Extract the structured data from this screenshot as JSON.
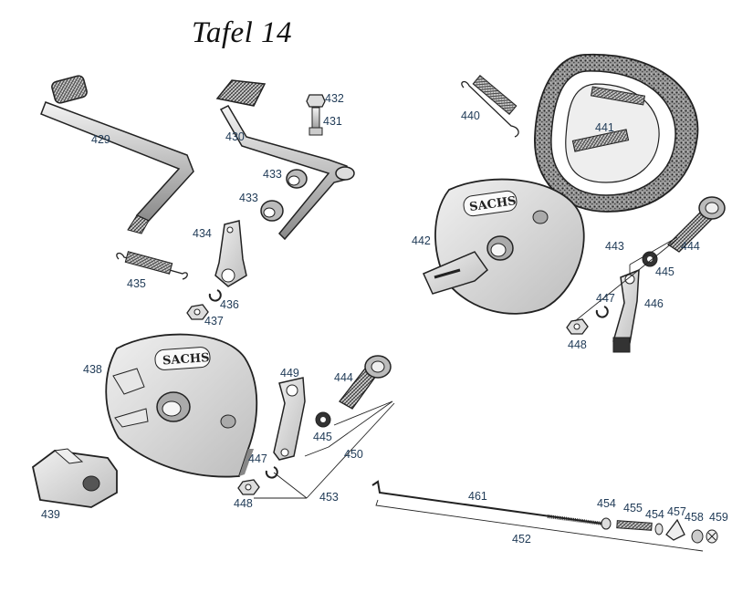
{
  "title": "Tafel 14",
  "brand_text": "SACHS",
  "labels": {
    "p429": "429",
    "p430": "430",
    "p431": "431",
    "p432": "432",
    "p433a": "433",
    "p433b": "433",
    "p434": "434",
    "p435": "435",
    "p436": "436",
    "p437": "437",
    "p438": "438",
    "p439": "439",
    "p440": "440",
    "p441": "441",
    "p442": "442",
    "p443": "443",
    "p444a": "444",
    "p444b": "444",
    "p445a": "445",
    "p445b": "445",
    "p446": "446",
    "p447a": "447",
    "p447b": "447",
    "p448a": "448",
    "p448b": "448",
    "p449": "449",
    "p450": "450",
    "p452": "452",
    "p453": "453",
    "p454a": "454",
    "p454b": "454",
    "p455": "455",
    "p457": "457",
    "p458": "458",
    "p459": "459",
    "p461": "461"
  }
}
